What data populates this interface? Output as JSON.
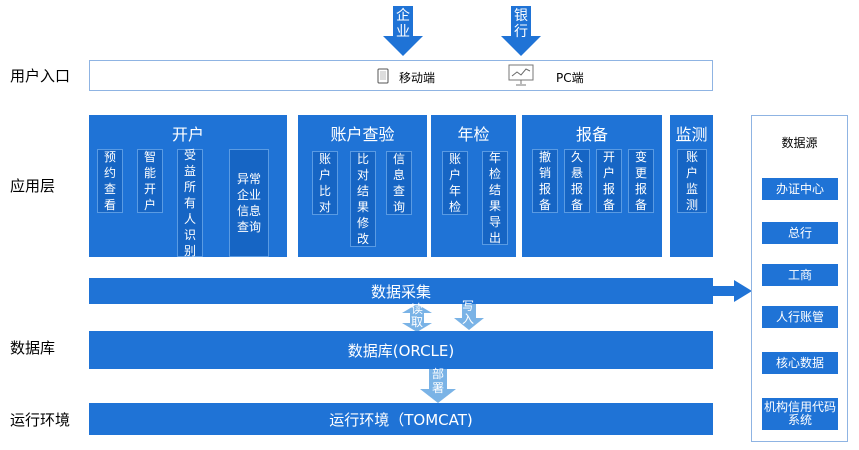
{
  "top_arrows": {
    "enterprise": "企业",
    "bank": "银行"
  },
  "rows": {
    "entry": "用户入口",
    "app": "应用层",
    "db": "数据库",
    "runtime": "运行环境"
  },
  "entry_bar": {
    "mobile": "移动端",
    "pc": "PC端"
  },
  "sections": {
    "open": {
      "title": "开户",
      "items": [
        "预约查看",
        "智能开户",
        "受益所有人识别",
        "异常企业信息查询"
      ]
    },
    "query": {
      "title": "账户查验",
      "items": [
        "账户比对",
        "比对结果修改",
        "信息查询"
      ]
    },
    "annual": {
      "title": "年检",
      "items": [
        "账户年检",
        "年检结果导出"
      ]
    },
    "report": {
      "title": "报备",
      "items": [
        "撤销报备",
        "久悬报备",
        "开户报备",
        "变更报备"
      ]
    },
    "monitor": {
      "title": "监测",
      "items": [
        "账户监测"
      ]
    }
  },
  "collect": "数据采集",
  "read": "读取",
  "write": "写入",
  "database": "数据库(ORCLE)",
  "deploy": "部署",
  "runtime": "运行环境（TOMCAT)",
  "datasource": {
    "title": "数据源",
    "items": [
      "办证中心",
      "总行",
      "工商",
      "人行账管",
      "核心数据",
      "机构信用代码系统"
    ]
  }
}
